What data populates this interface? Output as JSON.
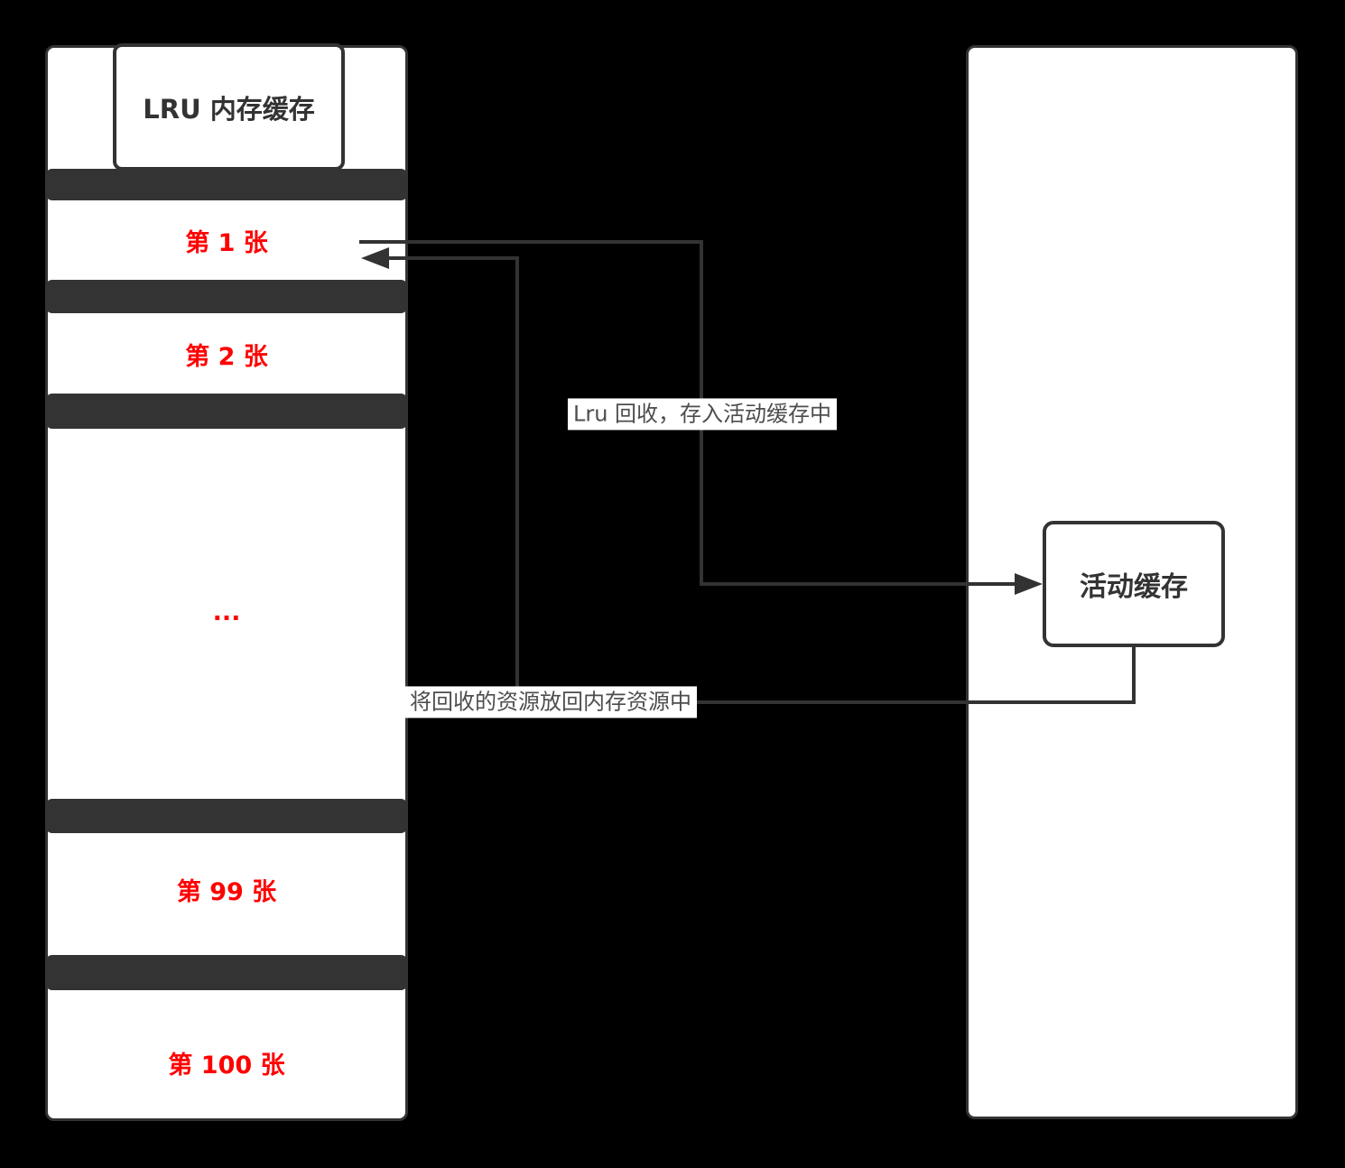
{
  "colors": {
    "background": "#000000",
    "stroke": "#333333",
    "panel_fill": "#ffffff",
    "row_text": "#ff0000",
    "edge_label_text": "#4d4d4d"
  },
  "lru_panel": {
    "title": "LRU 内存缓存",
    "rows": [
      {
        "label": "第 1 张"
      },
      {
        "label": "第 2 张"
      },
      {
        "label": "..."
      },
      {
        "label": "第 99 张"
      },
      {
        "label": "第 100 张"
      }
    ]
  },
  "active_cache": {
    "label": "活动缓存"
  },
  "edges": [
    {
      "label": "Lru 回收，存入活动缓存中",
      "from": "第 1 张",
      "to": "活动缓存"
    },
    {
      "label": "将回收的资源放回内存资源中",
      "from": "活动缓存",
      "to": "第 1 张"
    }
  ]
}
